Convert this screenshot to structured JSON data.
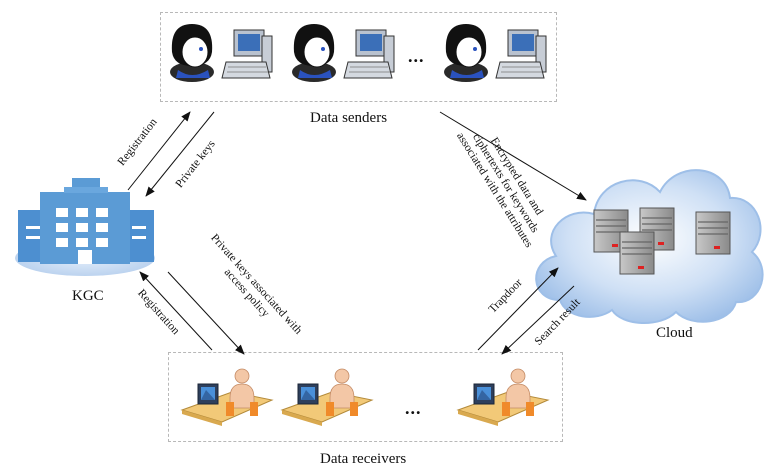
{
  "nodes": {
    "senders_label": "Data senders",
    "receivers_label": "Data receivers",
    "kgc_label": "KGC",
    "cloud_label": "Cloud",
    "ellipsis": "..."
  },
  "edges": {
    "registration_sender": "Registration",
    "private_keys": "Private keys",
    "encrypted_line1": "Encrypted data and",
    "encrypted_line2": "ciphertexts for keywords",
    "encrypted_line3": "associated with the attributes",
    "registration_receiver": "Registration",
    "pk_policy_line1": "Private keys associated with",
    "pk_policy_line2": "access policy",
    "trapdoor": "Trapdoor",
    "search_result": "Search result"
  },
  "colors": {
    "kgc_blue": "#5b9bd5",
    "cloud_blue": "#a9c8ee",
    "server_gray": "#8a8a8a",
    "desk": "#f2c978",
    "dashed_border": "#b8b8b8"
  }
}
